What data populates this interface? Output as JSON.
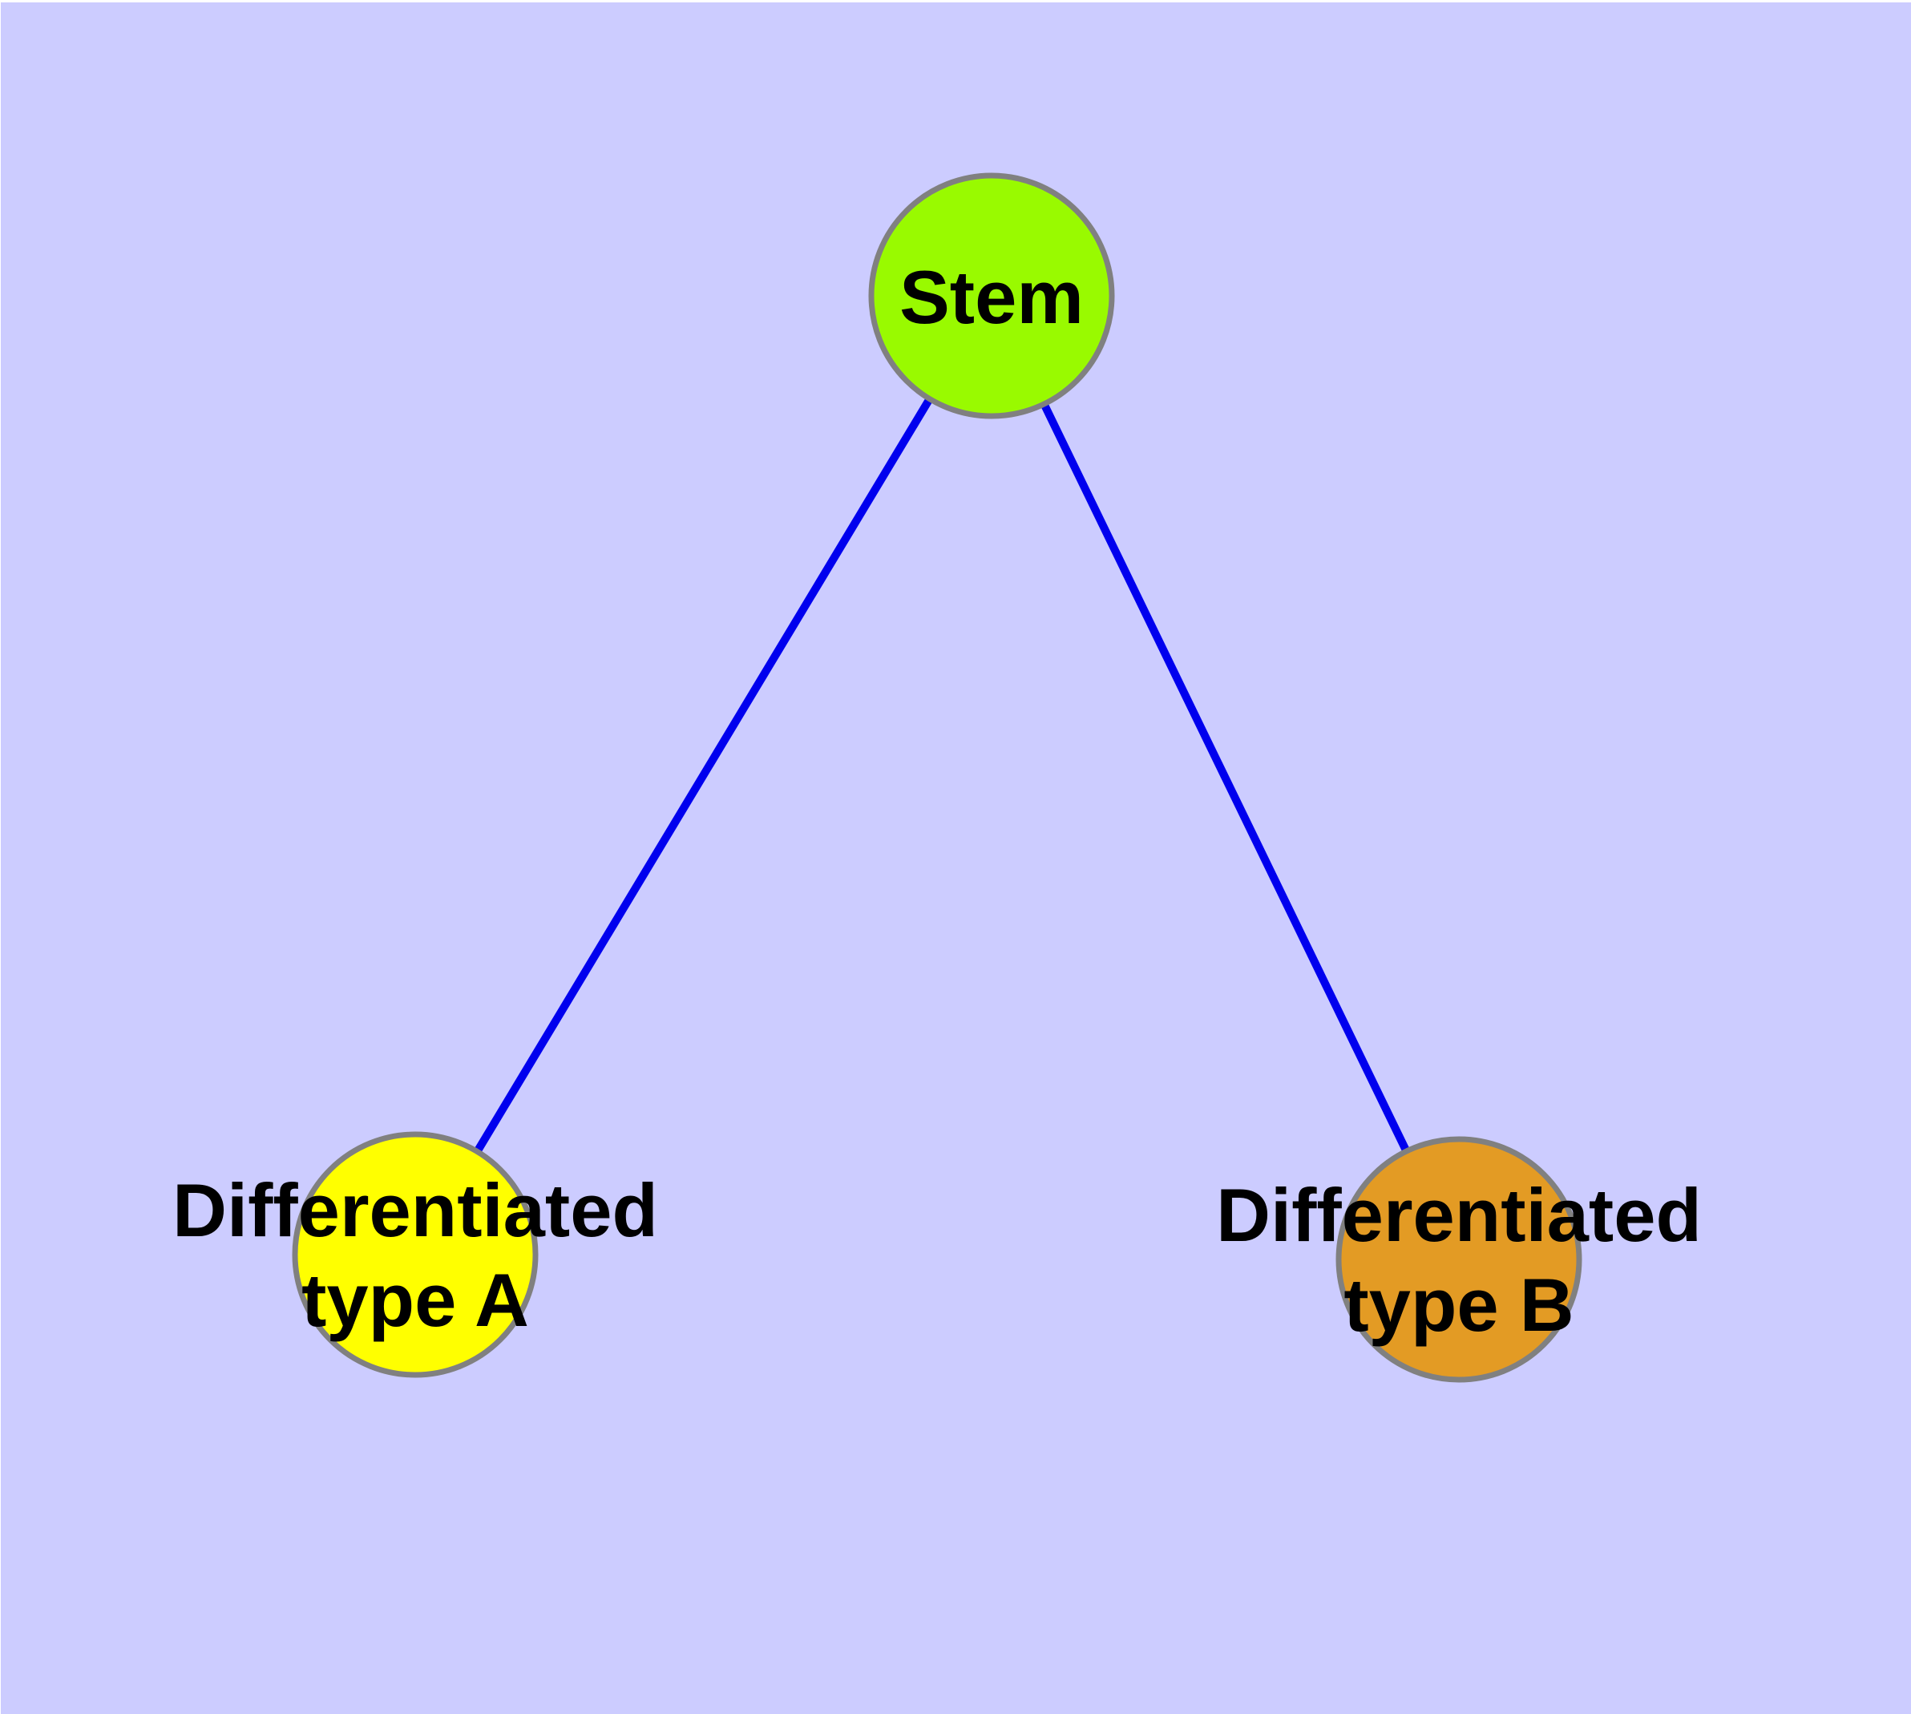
{
  "diagram": {
    "background_color": "#CCCCFF",
    "top_margin_color": "#FFFFFF",
    "edge_color": "#0000EE",
    "node_border_color": "#808080",
    "label_color": "#000000",
    "nodes": [
      {
        "id": "stem",
        "lines": [
          "Stem"
        ],
        "fill": "#99FA00"
      },
      {
        "id": "type-a",
        "lines": [
          "Differentiated",
          "type A"
        ],
        "fill": "#FFFF00"
      },
      {
        "id": "type-b",
        "lines": [
          "Differentiated",
          "type B"
        ],
        "fill": "#E39B24"
      }
    ],
    "edges": [
      {
        "from": "stem",
        "to": "type-a"
      },
      {
        "from": "stem",
        "to": "type-b"
      }
    ]
  }
}
